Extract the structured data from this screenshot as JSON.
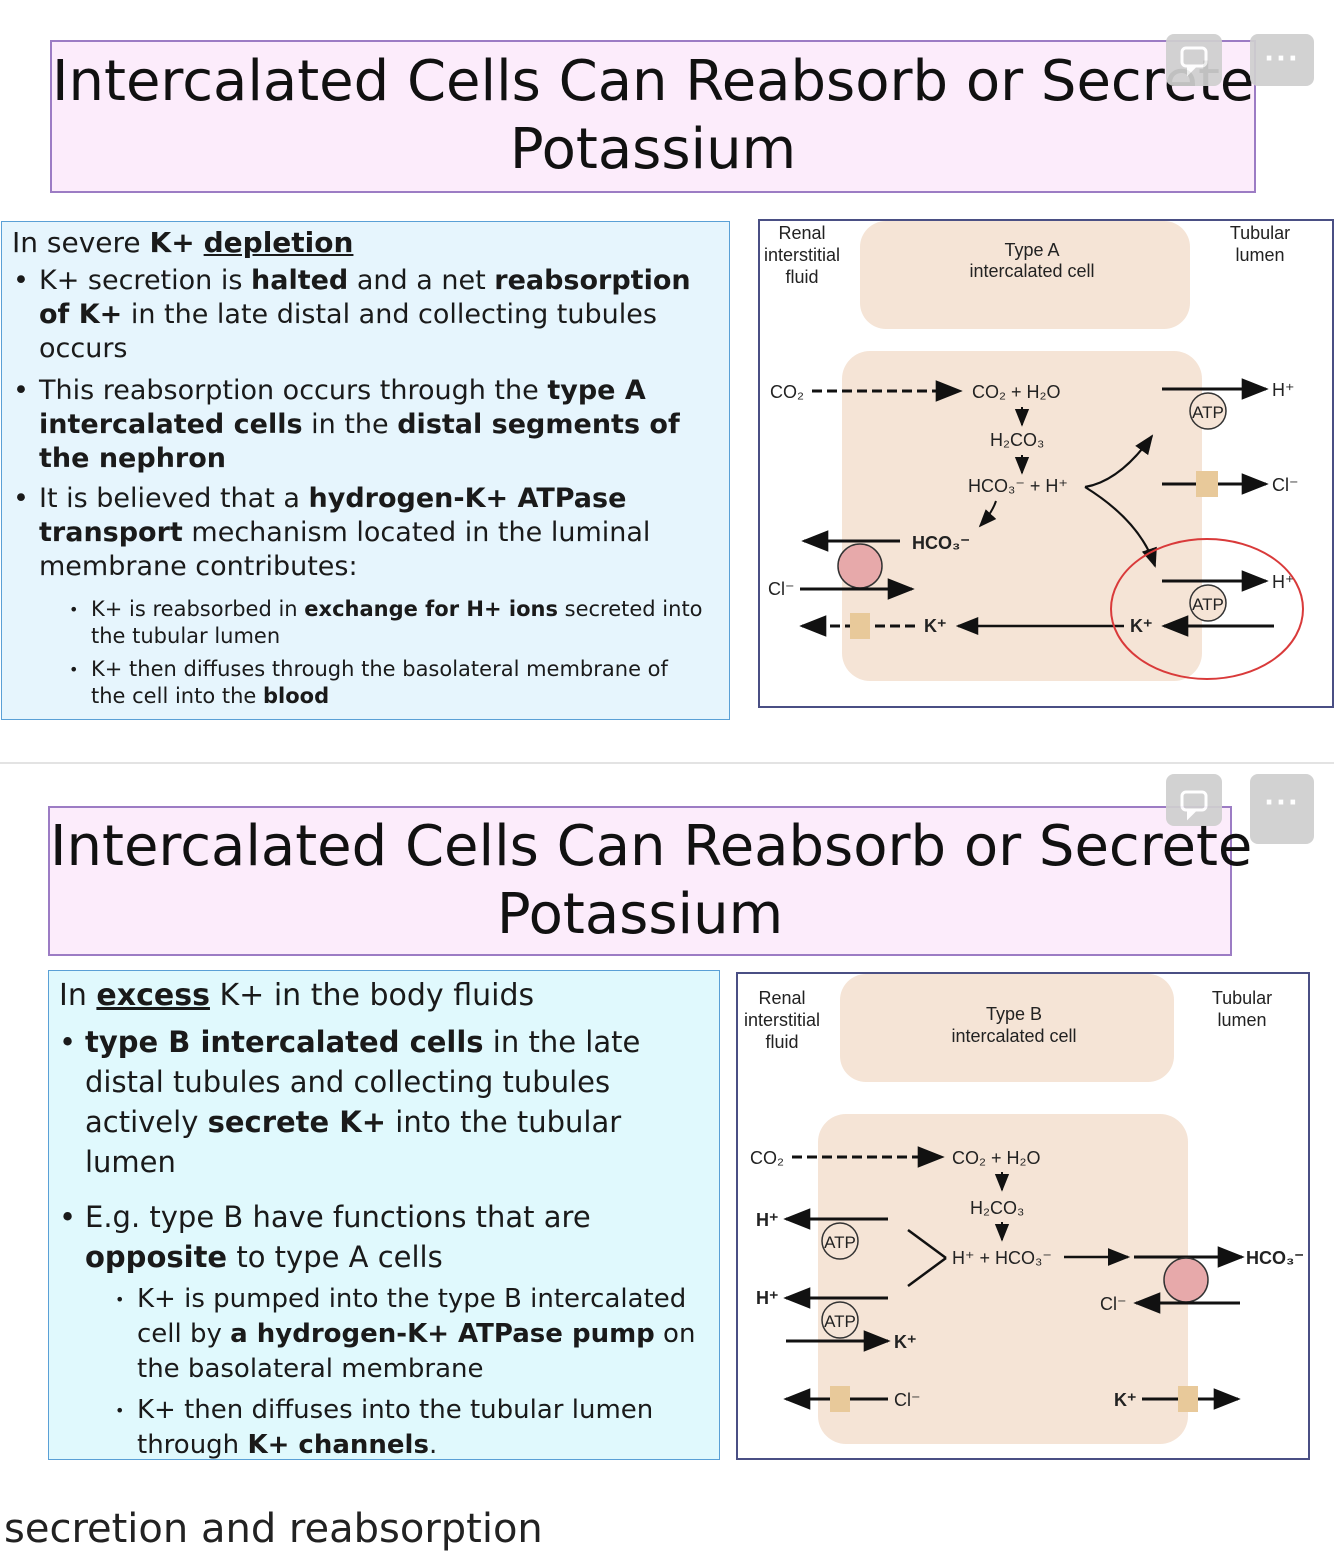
{
  "slide1": {
    "title_line1": "Intercalated Cells Can Reabsorb or Secrete",
    "title_line2": "Potassium",
    "intro_prefix": "In severe ",
    "intro_k": "K+",
    "intro_depletion": "depletion",
    "b1_t1": "K+ secretion is ",
    "b1_halted": "halted",
    "b1_t2": " and a net ",
    "b1_reab": "reabsorption of K+",
    "b1_t3": " in the late distal and collecting tubules occurs",
    "b2_t1": "This reabsorption occurs through the ",
    "b2_typeA": "type A intercalated cells",
    "b2_t2": " in the ",
    "b2_distal": "distal segments of the nephron",
    "b3_t1": "It is believed that a ",
    "b3_hk": "hydrogen-K+ ATPase transport",
    "b3_t2": " mechanism located in the luminal membrane contributes:",
    "s1_t1": "K+ is reabsorbed in ",
    "s1_bold": "exchange for H+ ions",
    "s1_t2": " secreted into the tubular lumen",
    "s2_t1": "K+ then diffuses through the basolateral membrane of the cell into the ",
    "s2_bold": "blood"
  },
  "fig1": {
    "left_l1": "Renal",
    "left_l2": "interstitial",
    "left_l3": "fluid",
    "cell_l1": "Type A",
    "cell_l2": "intercalated cell",
    "right_l1": "Tubular",
    "right_l2": "lumen",
    "co2": "CO₂",
    "co2_h2o": "CO₂ + H₂O",
    "h2co3": "H₂CO₃",
    "hco3_h": "HCO₃⁻ + H⁺",
    "hco3": "HCO₃⁻",
    "cl_left": "Cl⁻",
    "k_left": "K⁺",
    "atp": "ATP",
    "h_out1": "H⁺",
    "cl_out": "Cl⁻",
    "h_out2": "H⁺",
    "k_in": "K⁺"
  },
  "slide2": {
    "title_line1": "Intercalated Cells Can Reabsorb or Secrete",
    "title_line2": "Potassium",
    "intro_prefix": "In ",
    "intro_excess": "excess",
    "intro_rest": " K+ in the body fluids",
    "b1_bold": "type B intercalated cells",
    "b1_t1": " in the late distal tubules and collecting tubules actively ",
    "b1_secrete": "secrete K+",
    "b1_t2": " into the tubular lumen",
    "b2_t1": "E.g. type B have functions that are ",
    "b2_opposite": "opposite",
    "b2_t2": " to type A cells",
    "s1_t1": "K+ is pumped into the type B intercalated cell by ",
    "s1_bold": "a hydrogen-K+ ATPase pump",
    "s1_t2": " on the basolateral membrane",
    "s2_t1": "K+ then diffuses into the tubular lumen through ",
    "s2_bold": "K+ channels",
    "s2_t2": "."
  },
  "fig2": {
    "left_l1": "Renal",
    "left_l2": "interstitial",
    "left_l3": "fluid",
    "cell_l1": "Type B",
    "cell_l2": "intercalated cell",
    "right_l1": "Tubular",
    "right_l2": "lumen",
    "co2": "CO₂",
    "co2_h2o": "CO₂ + H₂O",
    "h2co3": "H₂CO₃",
    "h_hco3": "H⁺ + HCO₃⁻",
    "h1": "H⁺",
    "h2": "H⁺",
    "atp": "ATP",
    "k_in": "K⁺",
    "cl_basal": "Cl⁻",
    "hco3_out": "HCO₃⁻",
    "cl_lum": "Cl⁻",
    "k_out": "K⁺"
  },
  "overlay": {
    "more_label": "···"
  },
  "footer": {
    "cutoff_text": "secretion and reabsorption"
  }
}
